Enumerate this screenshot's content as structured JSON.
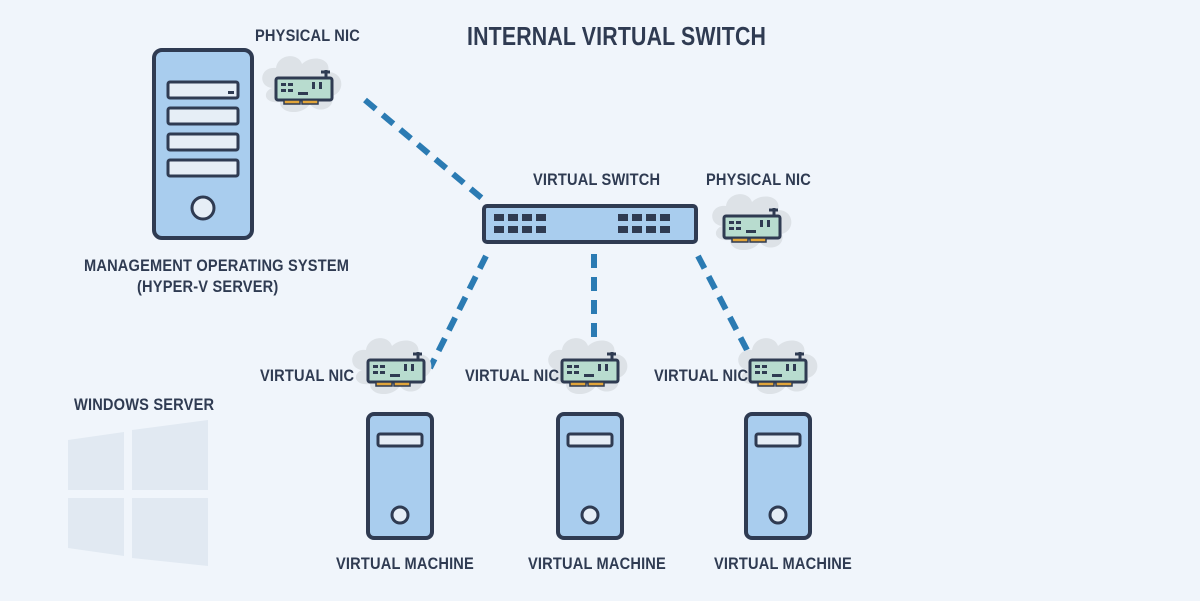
{
  "diagram": {
    "title": "INTERNAL VIRTUAL SWITCH",
    "labels": {
      "physical_nic_top": "PHYSICAL NIC",
      "virtual_switch": "VIRTUAL SWITCH",
      "physical_nic_right": "PHYSICAL NIC",
      "management_os_line1": "MANAGEMENT OPERATING SYSTEM",
      "management_os_line2": "(HYPER-V SERVER)",
      "windows_server": "WINDOWS SERVER",
      "virtual_nic_1": "VIRTUAL NIC",
      "virtual_nic_2": "VIRTUAL NIC",
      "virtual_nic_3": "VIRTUAL NIC",
      "virtual_machine_1": "VIRTUAL MACHINE",
      "virtual_machine_2": "VIRTUAL MACHINE",
      "virtual_machine_3": "VIRTUAL MACHINE"
    },
    "colors": {
      "background": "#f0f5fb",
      "outline": "#2f3b52",
      "device_fill": "#a9cdee",
      "nic_fill": "#b8dccf",
      "link": "#2b7bb3",
      "cloud": "#dde2e7",
      "logo": "#e1e9f2"
    }
  }
}
